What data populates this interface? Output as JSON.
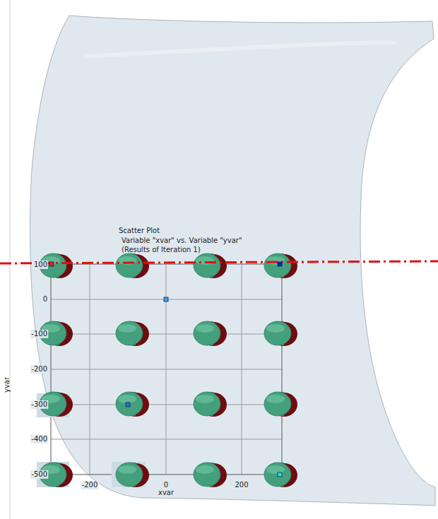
{
  "diagram": {
    "labels": [
      "Scatter Plot",
      "Variable \"xvar\" vs. Variable \"yvar\"",
      "(Results of Iteration 1)",
      "100",
      "0",
      "-100",
      "-200",
      "-300",
      "-400",
      "-500",
      "-200",
      "0",
      "200",
      "xvar",
      "yvar"
    ]
  }
}
